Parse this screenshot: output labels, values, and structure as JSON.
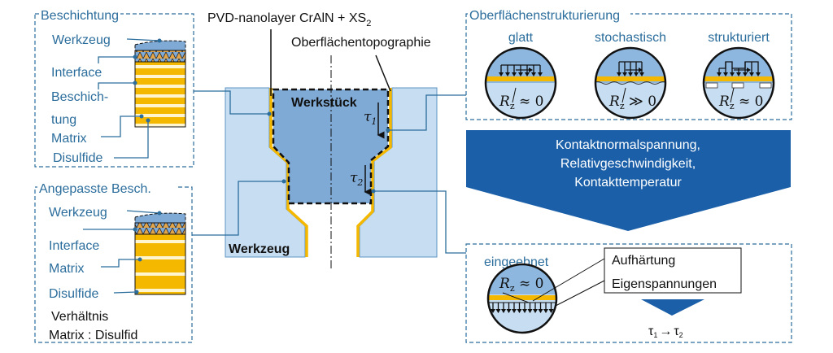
{
  "colors": {
    "text_blue": "#2b6d9c",
    "tool": "#c7ddf1",
    "workpiece": "#7faad6",
    "coating": "#f5b800",
    "arrow": "#1a5fa8"
  },
  "coating_panel": {
    "title": "Beschichtung",
    "labels": [
      "Werkzeug",
      "Interface",
      "Beschich-",
      "tung",
      "Matrix",
      "Disulfide"
    ]
  },
  "adapted_panel": {
    "title": "Angepasste Besch.",
    "labels": [
      "Werkzeug",
      "Interface",
      "Matrix",
      "Disulfide"
    ],
    "note_line1": "Verhältnis",
    "note_line2": "Matrix : Disulfid"
  },
  "center": {
    "pvd_label": "PVD-nanolayer CrAlN + XS",
    "pvd_sub": "2",
    "topography_label": "Oberflächentopographie",
    "workpiece_label": "Werkstück",
    "tool_label": "Werkzeug",
    "tau1": "τ",
    "tau1_sub": "1",
    "tau2": "τ",
    "tau2_sub": "2"
  },
  "structuring_panel": {
    "title": "Oberflächenstrukturierung",
    "variants": [
      {
        "label": "glatt",
        "R": "R",
        "sub": "z",
        "relation": " ≈ 0"
      },
      {
        "label": "stochastisch",
        "R": "R",
        "sub": "z",
        "relation": " ≫ 0"
      },
      {
        "label": "strukturiert",
        "R": "R",
        "sub": "z",
        "relation": " ≈ 0"
      }
    ]
  },
  "big_arrow": {
    "lines": [
      "Kontaktnormalspannung,",
      "Relativgeschwindigkeit,",
      "Kontakttemperatur"
    ]
  },
  "result_panel": {
    "title": "eingeebnet",
    "R": "R",
    "sub": "z",
    "relation": " ≈ 0",
    "effects": [
      "Aufhärtung",
      "Eigenspannungen"
    ],
    "tau_from": "τ",
    "tau_from_sub": "1",
    "arrow": "→",
    "tau_to": "τ",
    "tau_to_sub": "2"
  }
}
